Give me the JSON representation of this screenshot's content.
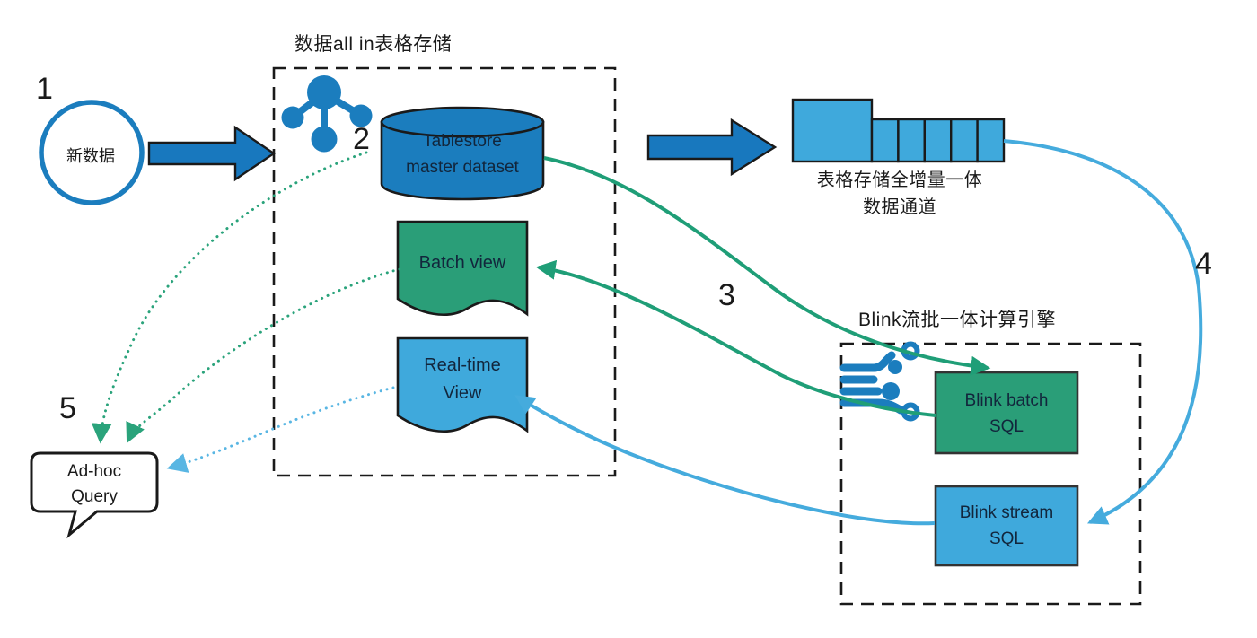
{
  "colors": {
    "dark_blue": "#1b7dbe",
    "light_blue": "#3fa9dc",
    "green": "#2a9e78",
    "green_line": "#1f9e77",
    "blue_line": "#45abdd",
    "outline": "#1a1a1a"
  },
  "groups": {
    "storage": {
      "title": "数据all in表格存储"
    },
    "blink": {
      "title": "Blink流批一体计算引擎"
    }
  },
  "nodes": {
    "new_data": {
      "label": "新数据"
    },
    "master_dataset": {
      "line1": "Tablestore",
      "line2": "master dataset"
    },
    "batch_view": {
      "label": "Batch view"
    },
    "realtime_view": {
      "line1": "Real-time",
      "line2": "View"
    },
    "adhoc_query": {
      "line1": "Ad-hoc",
      "line2": "Query"
    },
    "tunnel": {
      "line1": "表格存储全增量一体",
      "line2": "数据通道"
    },
    "blink_batch": {
      "line1": "Blink batch",
      "line2": "SQL"
    },
    "blink_stream": {
      "line1": "Blink stream",
      "line2": "SQL"
    }
  },
  "steps": {
    "one": "1",
    "two": "2",
    "three": "3",
    "four": "4",
    "five": "5"
  }
}
